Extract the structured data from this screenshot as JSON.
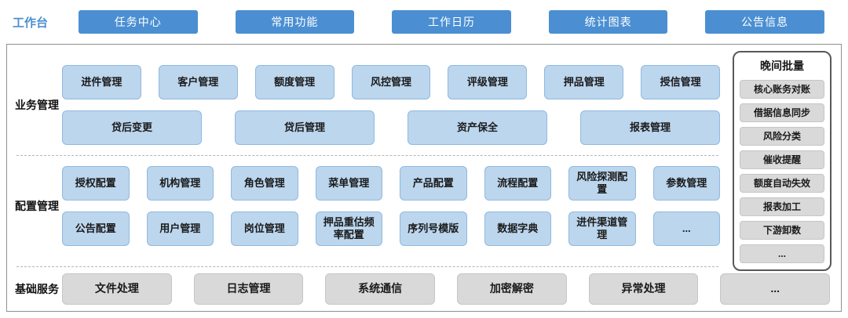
{
  "topbar": {
    "label": "工作台",
    "buttons": [
      "任务中心",
      "常用功能",
      "工作日历",
      "统计图表",
      "公告信息"
    ]
  },
  "sections": {
    "business": {
      "label": "业务管理",
      "row1": [
        "进件管理",
        "客户管理",
        "额度管理",
        "风控管理",
        "评级管理",
        "押品管理",
        "授信管理"
      ],
      "row2": [
        "贷后变更",
        "贷后管理",
        "资产保全",
        "报表管理"
      ]
    },
    "config": {
      "label": "配置管理",
      "row1": [
        "授权配置",
        "机构管理",
        "角色管理",
        "菜单管理",
        "产品配置",
        "流程配置",
        "风险探测配置",
        "参数管理"
      ],
      "row2": [
        "公告配置",
        "用户管理",
        "岗位管理",
        "押品重估频率配置",
        "序列号模版",
        "数据字典",
        "进件渠道管理",
        "..."
      ]
    },
    "basic": {
      "label": "基础服务",
      "row": [
        "文件处理",
        "日志管理",
        "系统通信",
        "加密解密",
        "异常处理",
        "..."
      ]
    }
  },
  "night_batch": {
    "title": "晚间批量",
    "items": [
      "核心账务对账",
      "借据信息同步",
      "风险分类",
      "催收提醒",
      "额度自动失效",
      "报表加工",
      "下游卸数",
      "..."
    ]
  },
  "colors": {
    "primary_blue": "#4B8FD2",
    "light_blue": "#BCD6EE",
    "light_blue_border": "#90B9DE",
    "gray": "#D9D9D9",
    "gray_border": "#C6C6C6"
  }
}
